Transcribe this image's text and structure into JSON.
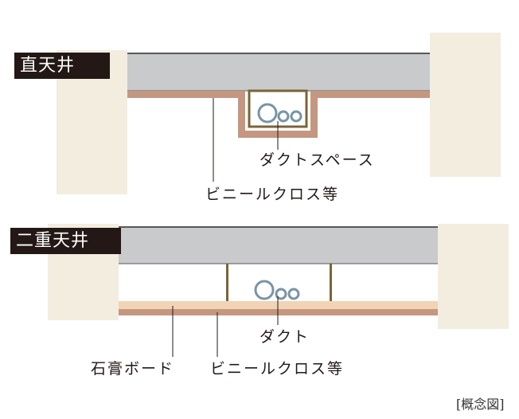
{
  "labels": {
    "direct_ceiling": "直天井",
    "double_ceiling": "二重天井",
    "duct_space": "ダクトスペース",
    "vinyl_cloth_1": "ビニールクロス等",
    "duct": "ダクト",
    "gypsum_board": "石膏ボード",
    "vinyl_cloth_2": "ビニールクロス等",
    "concept_note": "[概念図]"
  },
  "colors": {
    "wall": "#f3ede0",
    "slab": "#c9cacb",
    "slab_edge": "#595757",
    "cloth": "#c49780",
    "board": "#f0d4b4",
    "duct_frame": "#7a6438",
    "duct": "#7895a5",
    "text": "#231815"
  },
  "icons": [
    "duct-pipe-large",
    "duct-pipe-small"
  ]
}
